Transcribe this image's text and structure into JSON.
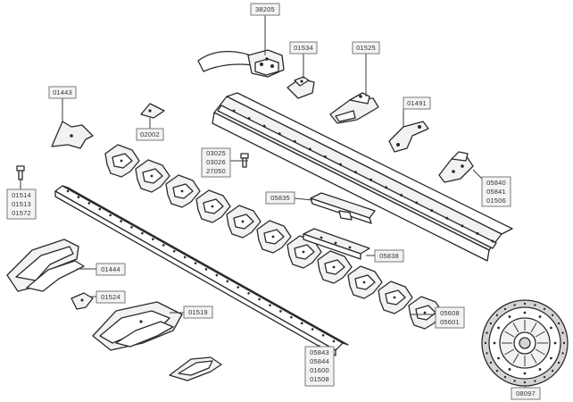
{
  "labels": {
    "l38205": [
      "38205"
    ],
    "l01534": [
      "01534"
    ],
    "l01525": [
      "01525"
    ],
    "l01443": [
      "01443"
    ],
    "l02002": [
      "02002"
    ],
    "l01491": [
      "01491"
    ],
    "l03025": [
      "03025",
      "03026",
      "27050"
    ],
    "l05840": [
      "05840",
      "05841",
      "01506"
    ],
    "l05835": [
      "05835"
    ],
    "l01514": [
      "01514",
      "01513",
      "01572"
    ],
    "l05838": [
      "05838"
    ],
    "l01444": [
      "01444"
    ],
    "l01524": [
      "01524"
    ],
    "l01519": [
      "01519"
    ],
    "l05608": [
      "05608",
      "05601"
    ],
    "l05843": [
      "05843",
      "05844",
      "01600",
      "01508"
    ],
    "l08097": [
      "08097"
    ]
  }
}
